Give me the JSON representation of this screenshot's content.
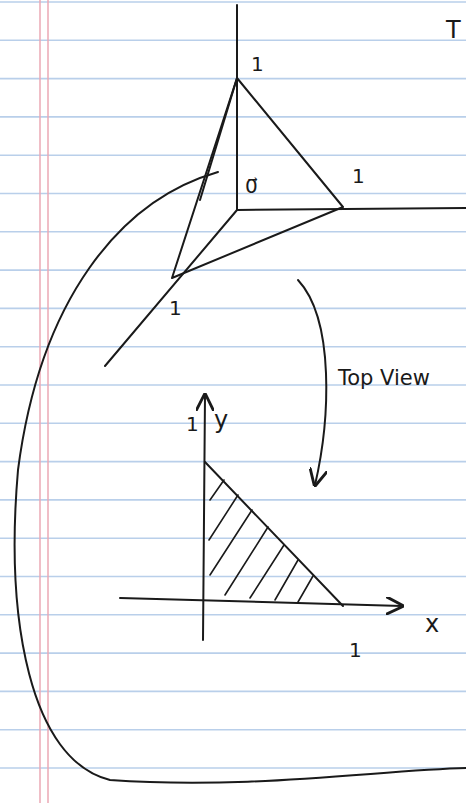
{
  "diagram": {
    "labels": [
      "1",
      "1",
      "1",
      "0⃗",
      "T",
      "Top View",
      "1",
      "y",
      "x",
      "1"
    ]
  }
}
